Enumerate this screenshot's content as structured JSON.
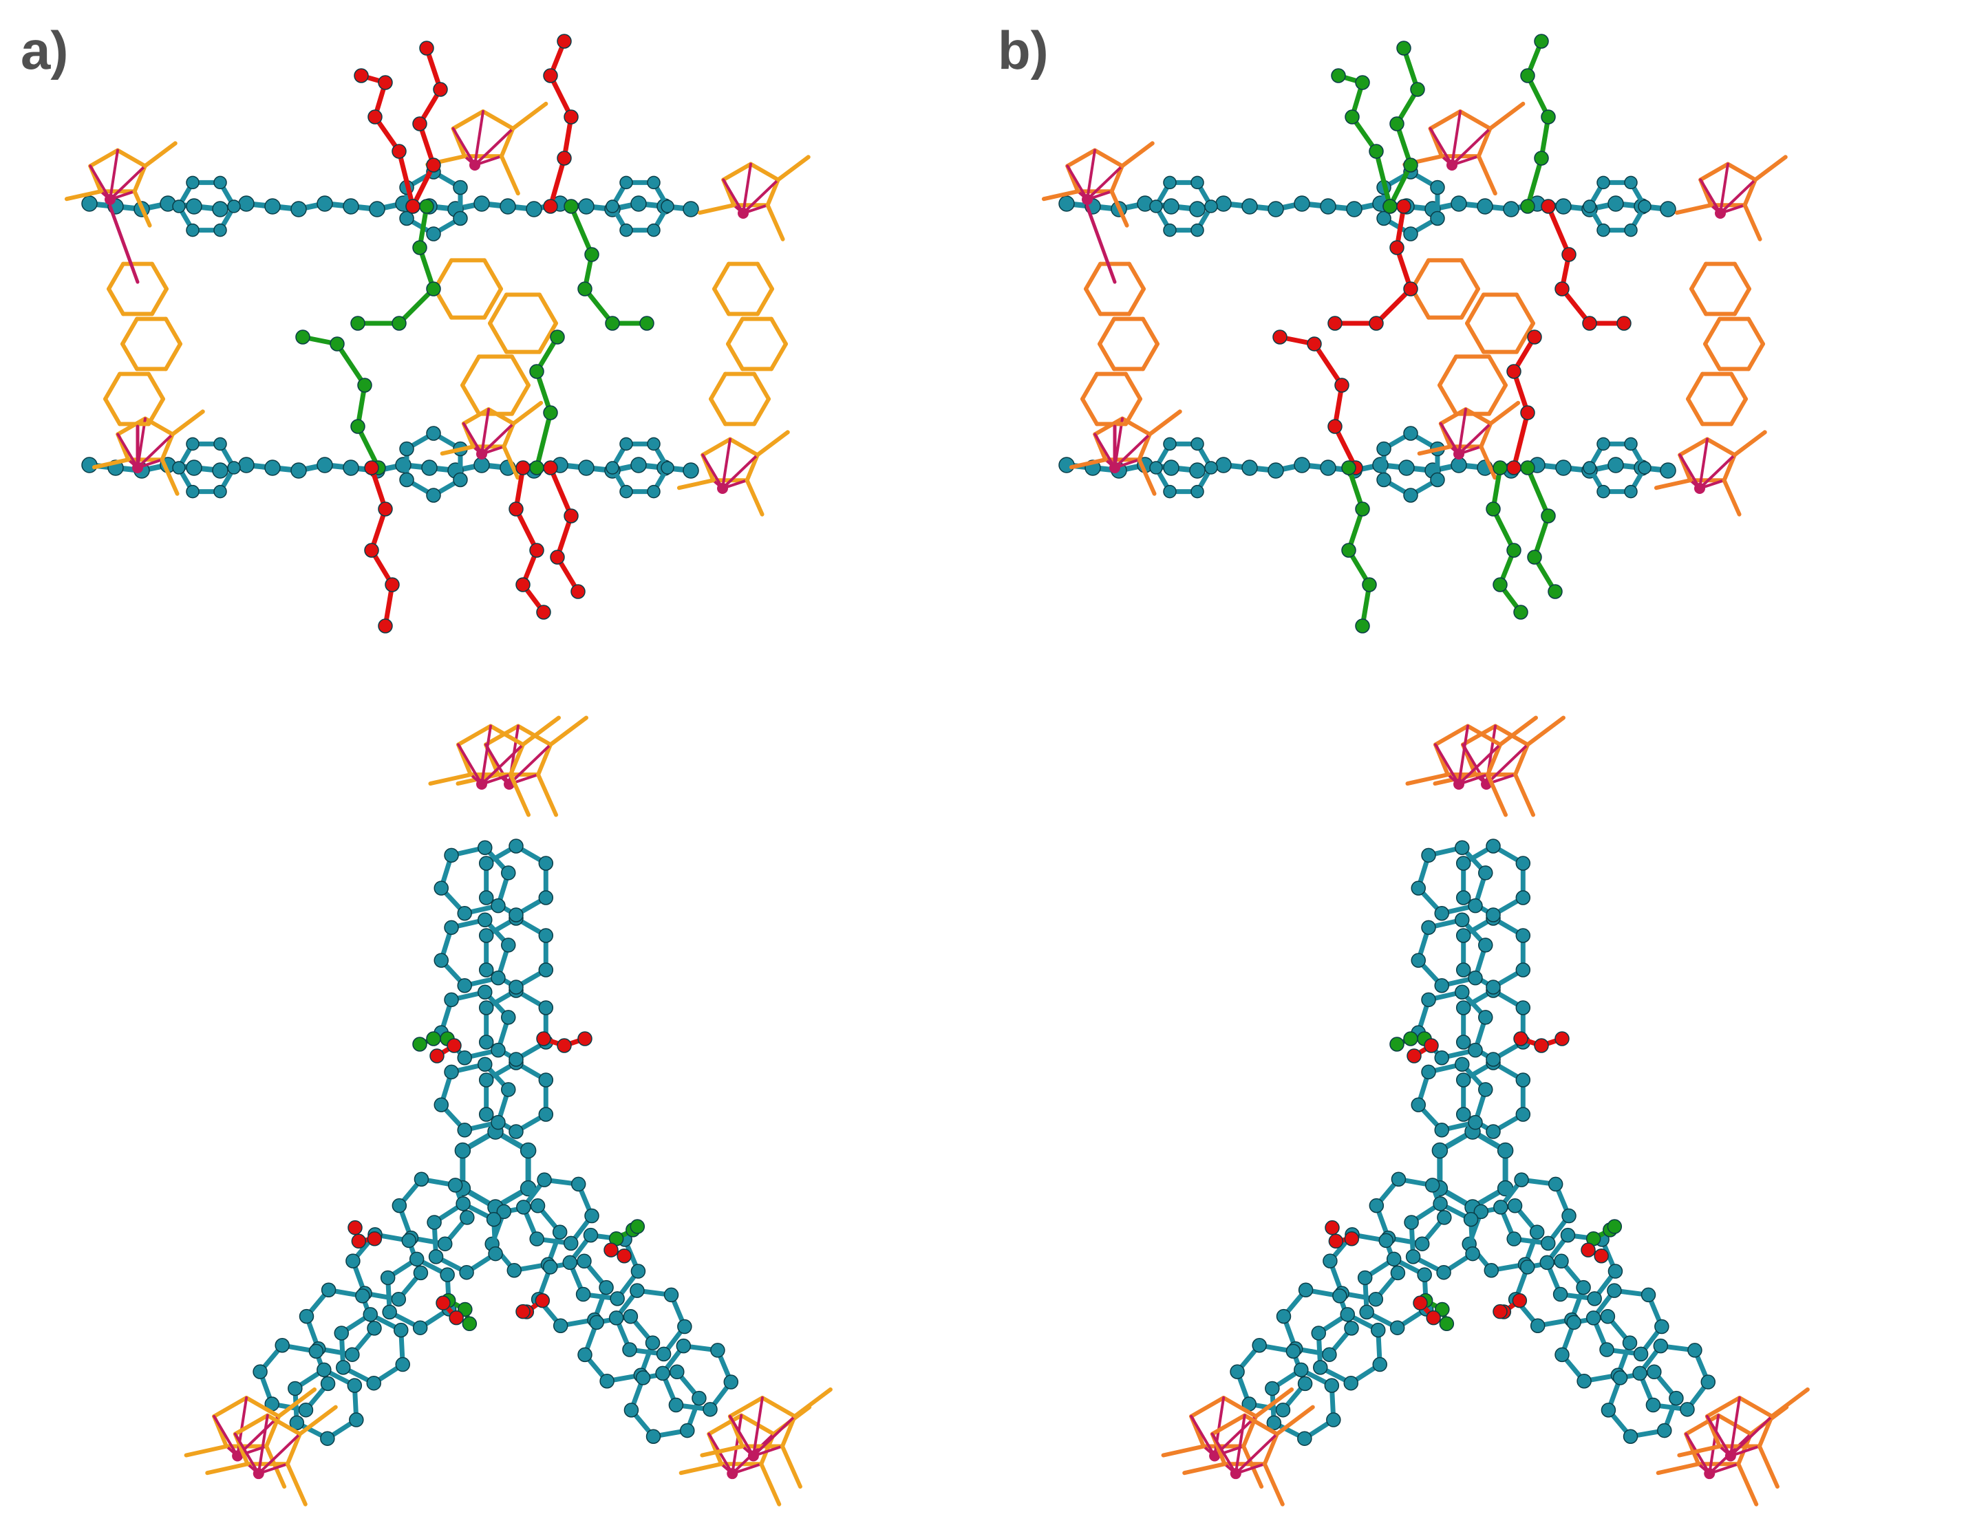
{
  "figure": {
    "panels": [
      {
        "id": "a",
        "label": "a)"
      },
      {
        "id": "b",
        "label": "b)"
      }
    ],
    "colors": {
      "backbone": "#1e8ca0",
      "metal": "#c01a60",
      "cp_a": "#f0a21e",
      "cp_b": "#f07f28",
      "cp_dark": "#a85e10",
      "chain_red": "#e01010",
      "chain_green": "#1a9a1a",
      "background": "#ffffff",
      "label": "#505050"
    },
    "views": [
      "side-view",
      "top-view"
    ],
    "icons": [
      "molecular-structure"
    ]
  }
}
